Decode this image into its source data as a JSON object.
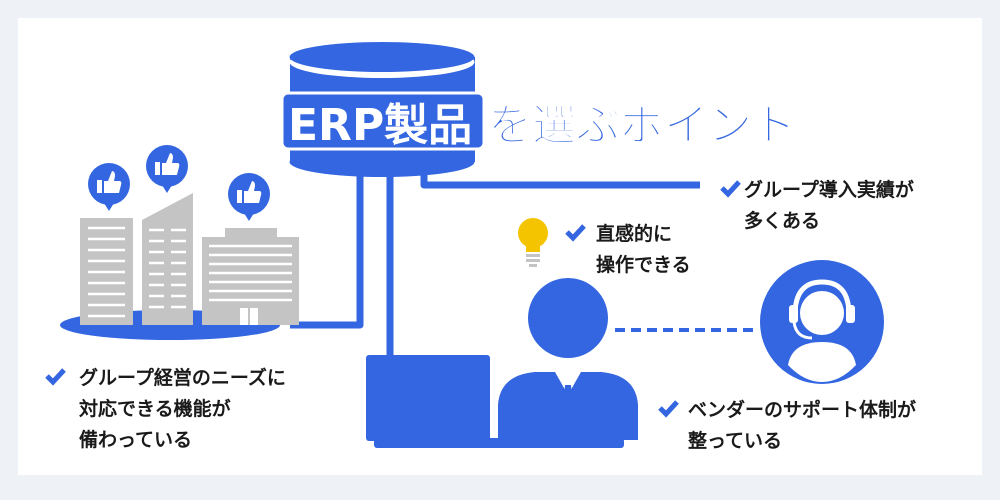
{
  "title": {
    "highlight": "ERP製品",
    "rest": "を選ぶポイント"
  },
  "points": [
    {
      "lines": [
        "グループ導入実績が",
        "多くある"
      ]
    },
    {
      "lines": [
        "直感的に",
        "操作できる"
      ]
    },
    {
      "lines": [
        "グループ経営のニーズに",
        "対応できる機能が",
        "備わっている"
      ]
    },
    {
      "lines": [
        "ベンダーのサポート体制が",
        "整っている"
      ]
    }
  ],
  "icons": {
    "check": "check-icon",
    "thumb": "thumbs-up-icon",
    "bulb": "lightbulb-icon",
    "support": "headset-operator-icon",
    "database": "database-icon"
  },
  "colors": {
    "accent": "#3366e0",
    "building": "#c4c4c4",
    "bulb": "#f5c400",
    "background": "#eef2f6",
    "panel": "#ffffff"
  }
}
